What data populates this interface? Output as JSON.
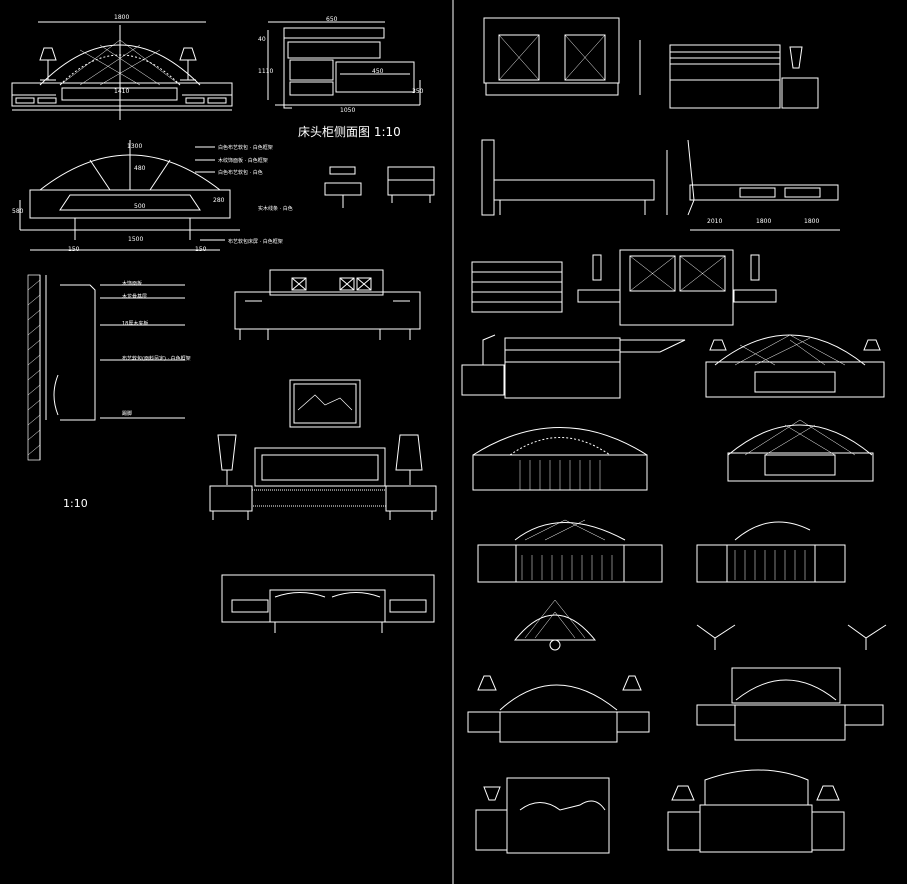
{
  "colors": {
    "background": "#000000",
    "lines": "#ffffff"
  },
  "titles": {
    "headboard_section": "床头柜侧面图 1:10",
    "wall_detail_scale": "1:10"
  },
  "dimensions": {
    "front_width": "1800",
    "front_inner": "1410",
    "side_top": "650",
    "side_left": "40",
    "side_height": "1110",
    "side_step": "450",
    "side_low": "350",
    "side_bottom": "1050",
    "arch_top": "1300",
    "arch_h1": "480",
    "arch_h2": "500",
    "arch_left": "150",
    "arch_mid": "1500",
    "arch_right": "150",
    "arch_side": "280",
    "arch_base": "580",
    "bed_a": "2010",
    "bed_b": "1800",
    "bed_c": "1800"
  },
  "annotations": {
    "arch_note_1": "白色布艺软包 · 白色框架",
    "arch_note_2": "木纹饰面板 · 白色框架",
    "arch_note_3": "白色布艺软包 · 白色",
    "arch_note_4": "实木线条 · 白色",
    "arch_note_5": "布艺软包床屏 · 白色框架",
    "wall_note_1": "木饰面板",
    "wall_note_2": "木龙骨基层",
    "wall_note_3": "18厚木夹板",
    "wall_note_4": "布艺软包(面料另定) · 白色框架",
    "wall_note_5": "踢脚"
  }
}
